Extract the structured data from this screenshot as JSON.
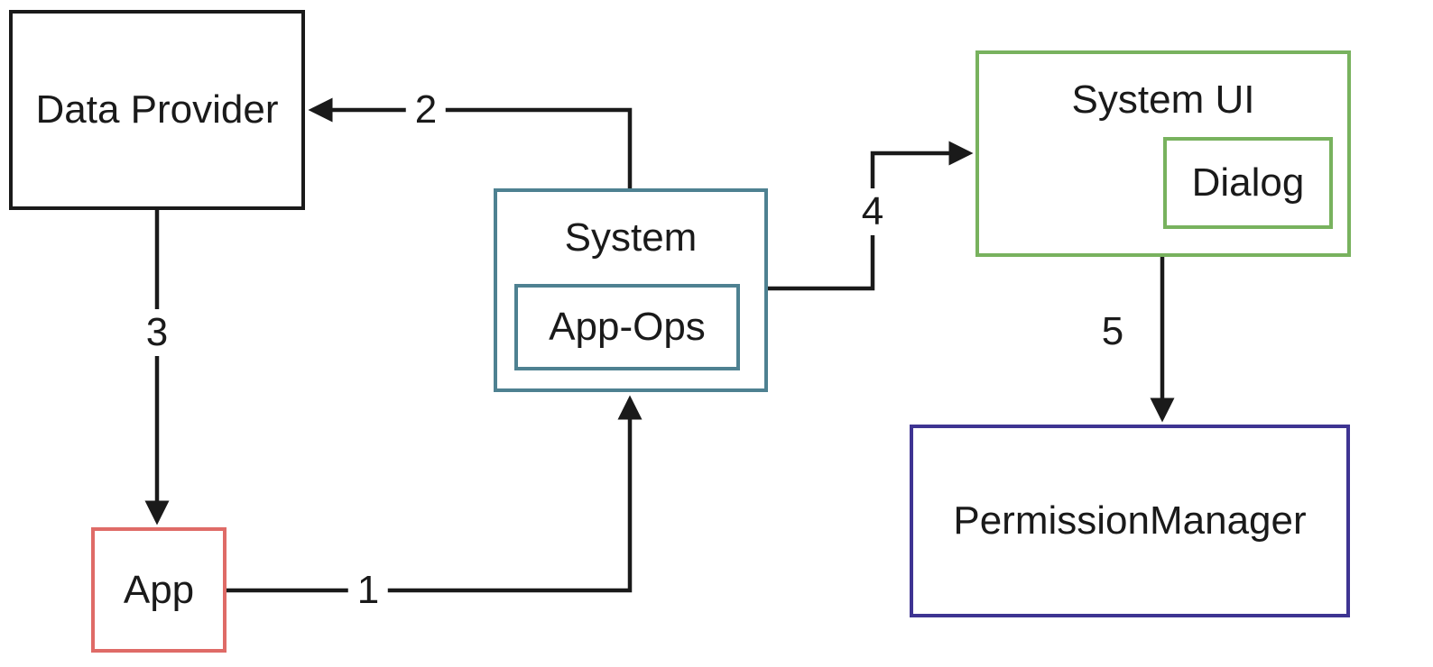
{
  "diagram": {
    "background": "#ffffff",
    "line_color": "#1a1a1a",
    "nodes": {
      "data_provider": {
        "label": "Data Provider",
        "border_color": "#1a1a1a"
      },
      "app": {
        "label": "App",
        "border_color": "#df6b67"
      },
      "system": {
        "label": "System",
        "border_color": "#4e8191",
        "children": {
          "app_ops": {
            "label": "App-Ops"
          }
        }
      },
      "system_ui": {
        "label": "System UI",
        "border_color": "#78b25e",
        "children": {
          "dialog": {
            "label": "Dialog"
          }
        }
      },
      "permission_manager": {
        "label": "PermissionManager",
        "border_color": "#3e3492"
      }
    },
    "edges": [
      {
        "label": "1",
        "from": "app",
        "to": "system"
      },
      {
        "label": "2",
        "from": "system",
        "to": "data_provider"
      },
      {
        "label": "3",
        "from": "data_provider",
        "to": "app"
      },
      {
        "label": "4",
        "from": "system",
        "to": "system_ui"
      },
      {
        "label": "5",
        "from": "system_ui",
        "to": "permission_manager"
      }
    ]
  }
}
